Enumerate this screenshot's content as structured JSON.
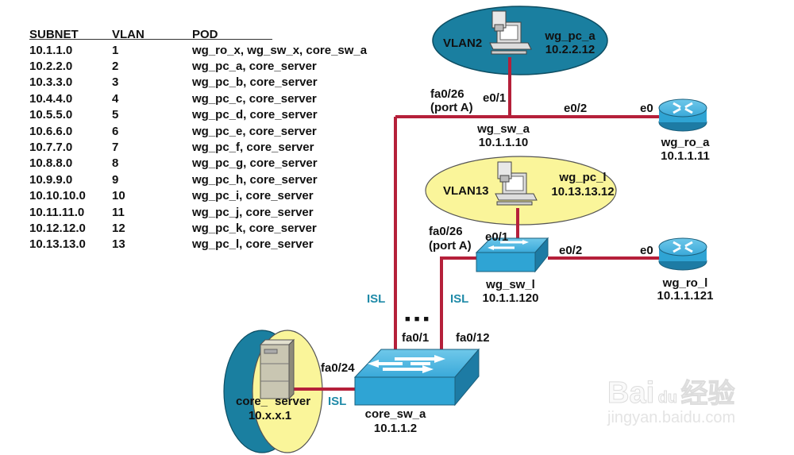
{
  "table": {
    "headers": [
      "SUBNET",
      "VLAN",
      "POD"
    ],
    "rows": [
      [
        "10.1.1.0",
        "1",
        "wg_ro_x, wg_sw_x, core_sw_a"
      ],
      [
        "10.2.2.0",
        "2",
        "wg_pc_a, core_server"
      ],
      [
        "10.3.3.0",
        "3",
        "wg_pc_b, core_server"
      ],
      [
        "10.4.4.0",
        "4",
        "wg_pc_c, core_server"
      ],
      [
        "10.5.5.0",
        "5",
        "wg_pc_d, core_server"
      ],
      [
        "10.6.6.0",
        "6",
        "wg_pc_e, core_server"
      ],
      [
        "10.7.7.0",
        "7",
        "wg_pc_f, core_server"
      ],
      [
        "10.8.8.0",
        "8",
        "wg_pc_g, core_server"
      ],
      [
        "10.9.9.0",
        "9",
        "wg_pc_h, core_server"
      ],
      [
        "10.10.10.0",
        "10",
        "wg_pc_i, core_server"
      ],
      [
        "10.11.11.0",
        "11",
        "wg_pc_j, core_server"
      ],
      [
        "10.12.12.0",
        "12",
        "wg_pc_k, core_server"
      ],
      [
        "10.13.13.0",
        "13",
        "wg_pc_l, core_server"
      ]
    ]
  },
  "colors": {
    "link": "#b5203a",
    "vlan2_fill": "#1a7fa0",
    "vlan13_fill": "#faf59a",
    "device_blue": "#2fa4d4",
    "isl_text": "#1f8aa8"
  },
  "devices": {
    "wg_pc_a": {
      "vlan": "VLAN2",
      "name": "wg_pc_a",
      "ip": "10.2.2.12"
    },
    "wg_sw_a": {
      "name": "wg_sw_a",
      "ip": "10.1.1.10",
      "port_up": "e0/1",
      "port_right": "e0/2",
      "uplink_line1": "fa0/26",
      "uplink_line2": "(port A)"
    },
    "wg_ro_a": {
      "name": "wg_ro_a",
      "ip": "10.1.1.11",
      "port": "e0"
    },
    "wg_pc_l": {
      "vlan": "VLAN13",
      "name": "wg_pc_l",
      "ip": "10.13.13.12"
    },
    "wg_sw_l": {
      "name": "wg_sw_l",
      "ip": "10.1.1.120",
      "port_up": "e0/1",
      "port_right": "e0/2",
      "uplink_line1": "fa0/26",
      "uplink_line2": "(port A)"
    },
    "wg_ro_l": {
      "name": "wg_ro_l",
      "ip": "10.1.1.121",
      "port": "e0"
    },
    "core_sw_a": {
      "name": "core_sw_a",
      "ip": "10.1.1.2",
      "port_a": "fa0/1",
      "port_l": "fa0/12",
      "port_server": "fa0/24"
    },
    "core_server": {
      "name_left": "core_",
      "name_right": "server",
      "ip": "10.x.x.1"
    }
  },
  "links": {
    "isl_label": "ISL",
    "ellipsis": "■ ■ ■"
  },
  "watermark": {
    "brand": "Bai",
    "paw_text": "du",
    "cn": "经验",
    "url": "jingyan.baidu.com"
  }
}
